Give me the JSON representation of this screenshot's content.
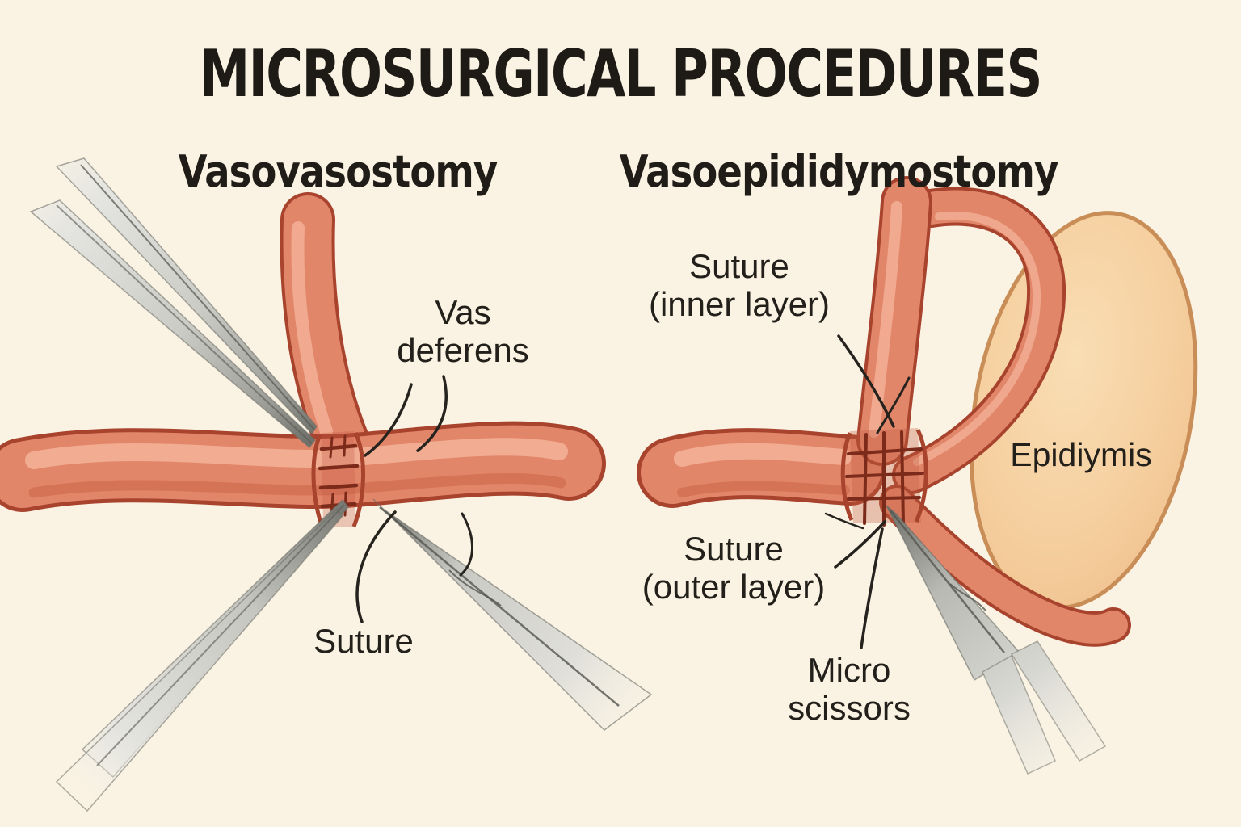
{
  "title": "MICROSURGICAL PROCEDURES",
  "colors": {
    "background": "#FAF3E3",
    "text": "#1E1B16",
    "tube_fill": "#E2866A",
    "tube_highlight": "#F3B096",
    "tube_outline": "#A8432E",
    "suture_stitch": "#7C2B1B",
    "epididymis_fill": "#F5CE9E",
    "epididymis_outline": "#C98E57",
    "instrument_light": "#E6E6E2",
    "instrument_dark": "#75766F",
    "leader_line": "#26231F"
  },
  "panels": [
    {
      "id": "vasovasostomy",
      "heading": "Vasovasostomy",
      "labels": [
        {
          "text": "Vas\ndeferens"
        },
        {
          "text": "Suture"
        }
      ]
    },
    {
      "id": "vasoepididymostomy",
      "heading": "Vasoepididymostomy",
      "labels": [
        {
          "text": "Suture\n(inner layer)"
        },
        {
          "text": "Suture\n(outer layer)"
        },
        {
          "text": "Epidiymis"
        },
        {
          "text": "Micro\nscissors"
        }
      ]
    }
  ]
}
